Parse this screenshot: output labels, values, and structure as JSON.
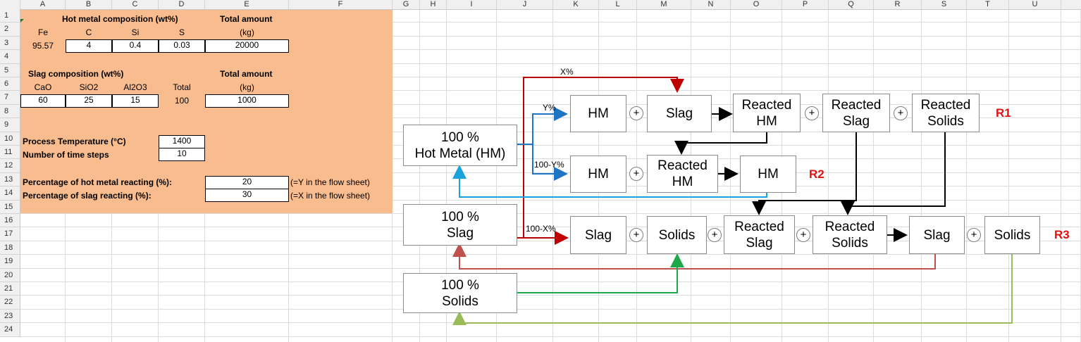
{
  "columns": [
    "A",
    "B",
    "C",
    "D",
    "E",
    "F",
    "G",
    "H",
    "I",
    "J",
    "K",
    "L",
    "M",
    "N",
    "O",
    "P",
    "Q",
    "R",
    "S",
    "T",
    "U"
  ],
  "rows": [
    "1",
    "2",
    "3",
    "4",
    "5",
    "6",
    "7",
    "8",
    "9",
    "10",
    "11",
    "12",
    "13",
    "14",
    "15",
    "16",
    "17",
    "18",
    "19",
    "20",
    "21",
    "22",
    "23",
    "24"
  ],
  "hot_metal": {
    "header": "Hot metal composition (wt%)",
    "total_header": "Total amount",
    "total_unit": "(kg)",
    "labels": [
      "Fe",
      "C",
      "Si",
      "S"
    ],
    "values": [
      "95.57",
      "4",
      "0.4",
      "0.03"
    ],
    "total": "20000"
  },
  "slag": {
    "header": "Slag composition (wt%)",
    "total_header": "Total amount",
    "total_unit": "(kg)",
    "labels": [
      "CaO",
      "SiO2",
      "Al2O3",
      "Total"
    ],
    "values": [
      "60",
      "25",
      "15",
      "100"
    ],
    "total": "1000"
  },
  "params": {
    "temp_label": "Process Temperature (°C)",
    "temp_value": "1400",
    "steps_label": "Number of time steps",
    "steps_value": "10",
    "hm_pct_label": "Percentage of hot metal reacting (%):",
    "hm_pct_value": "20",
    "hm_pct_note": "(=Y in the flow sheet)",
    "slag_pct_label": "Percentage of slag reacting (%):",
    "slag_pct_value": "30",
    "slag_pct_note": "(=X in the flow sheet)"
  },
  "flow": {
    "sources": {
      "hm": "100 %\nHot Metal (HM)",
      "slag": "100 %\nSlag",
      "solids": "100 %\nSolids"
    },
    "labels": {
      "x": "X%",
      "y": "Y%",
      "one_minus_y": "100-Y%",
      "one_minus_x": "100-X%"
    },
    "r1": {
      "hm": "HM",
      "slag": "Slag",
      "reacted_hm": "Reacted\nHM",
      "reacted_slag": "Reacted\nSlag",
      "reacted_solids": "Reacted\nSolids",
      "label": "R1"
    },
    "r2": {
      "hm": "HM",
      "reacted_hm": "Reacted\nHM",
      "hm_out": "HM",
      "label": "R2"
    },
    "r3": {
      "slag": "Slag",
      "solids": "Solids",
      "reacted_slag": "Reacted\nSlag",
      "reacted_solids": "Reacted\nSolids",
      "slag_out": "Slag",
      "solids_out": "Solids",
      "label": "R3"
    },
    "plus": "+",
    "colors": {
      "red": "#c00000",
      "blue": "#1f74c4",
      "lightblue": "#19a3dc",
      "green": "#1fa84a",
      "lightgreen": "#9bbb59",
      "brown": "#c0504d"
    }
  }
}
